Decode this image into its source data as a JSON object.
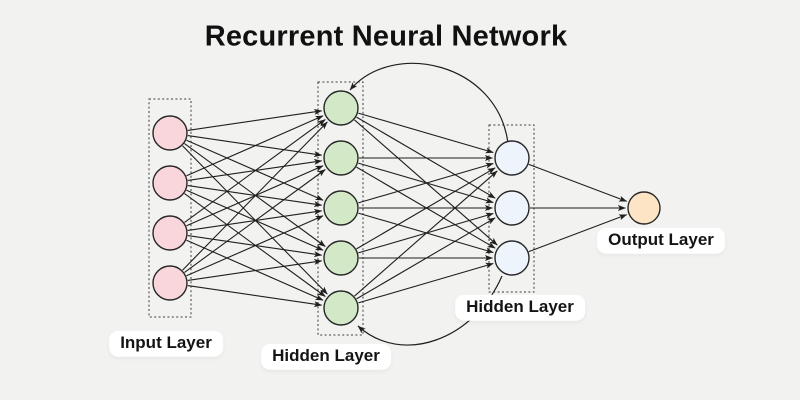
{
  "title": "Recurrent Neural Network",
  "colors": {
    "background": "#f2f2f0",
    "line": "#1f1f1f",
    "node_stroke": "#262626",
    "box_stroke": "#3c3c3c",
    "label_bg": "#ffffff",
    "label_text": "#141414",
    "title_text": "#111111"
  },
  "layers": [
    {
      "id": "input",
      "label": "Input Layer",
      "neuron_count": 4,
      "fill": "#f8d6dc",
      "boxed": true
    },
    {
      "id": "hidden1",
      "label": "Hidden Layer",
      "neuron_count": 5,
      "fill": "#d2e8c6",
      "boxed": true
    },
    {
      "id": "hidden2",
      "label": "Hidden Layer",
      "neuron_count": 3,
      "fill": "#edf4fb",
      "boxed": true
    },
    {
      "id": "output",
      "label": "Output Layer",
      "neuron_count": 1,
      "fill": "#fce4c4",
      "boxed": false
    }
  ],
  "connections": [
    {
      "from": "input",
      "to": "hidden1",
      "type": "full"
    },
    {
      "from": "hidden1",
      "to": "hidden2",
      "type": "full"
    },
    {
      "from": "hidden2",
      "to": "output",
      "type": "full"
    },
    {
      "from": "hidden2",
      "to": "hidden1",
      "type": "recurrent-top"
    },
    {
      "from": "hidden2",
      "to": "hidden1",
      "type": "recurrent-bottom"
    }
  ]
}
